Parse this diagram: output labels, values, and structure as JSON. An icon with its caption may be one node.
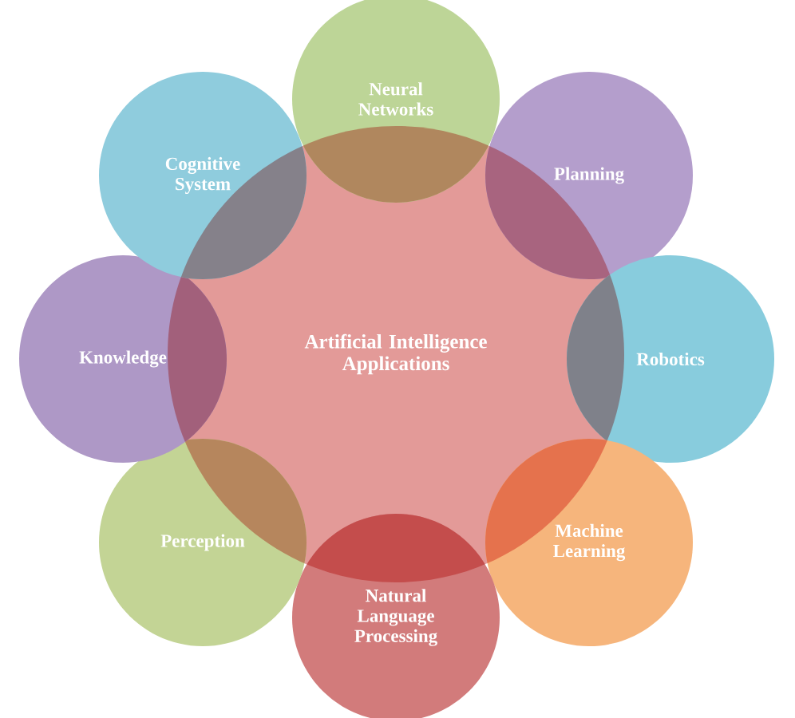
{
  "diagram": {
    "nodes": [
      {
        "text": [
          "Artificial Intelligence Applications"
        ]
      },
      {
        "text": [
          "Neural Networks"
        ]
      },
      {
        "text": [
          "Planning"
        ]
      },
      {
        "text": [
          "Robotics"
        ]
      },
      {
        "text": [
          "Machine Learning"
        ]
      },
      {
        "text": [
          "Natural Language Processing"
        ]
      },
      {
        "text": [
          "Perception"
        ]
      },
      {
        "text": [
          "Knowledge"
        ]
      },
      {
        "text": [
          "Cognitive System"
        ]
      }
    ]
  }
}
